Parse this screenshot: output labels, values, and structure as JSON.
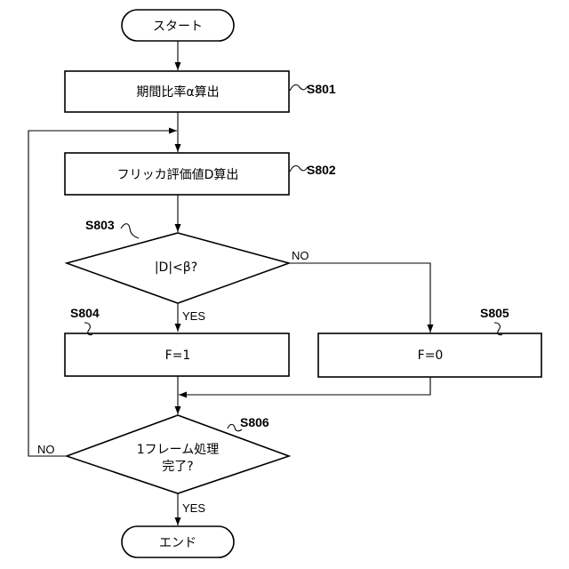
{
  "nodes": {
    "start": "スタート",
    "s801": "期間比率α算出",
    "s802": "フリッカ評価値D算出",
    "s803": "|D|<β?",
    "s804": "F=1",
    "s805": "F=0",
    "s806_line1": "1フレーム処理",
    "s806_line2": "完了?",
    "end": "エンド"
  },
  "step_labels": {
    "s801": "S801",
    "s802": "S802",
    "s803": "S803",
    "s804": "S804",
    "s805": "S805",
    "s806": "S806"
  },
  "branches": {
    "s803_no": "NO",
    "s803_yes": "YES",
    "s806_no": "NO",
    "s806_yes": "YES"
  }
}
